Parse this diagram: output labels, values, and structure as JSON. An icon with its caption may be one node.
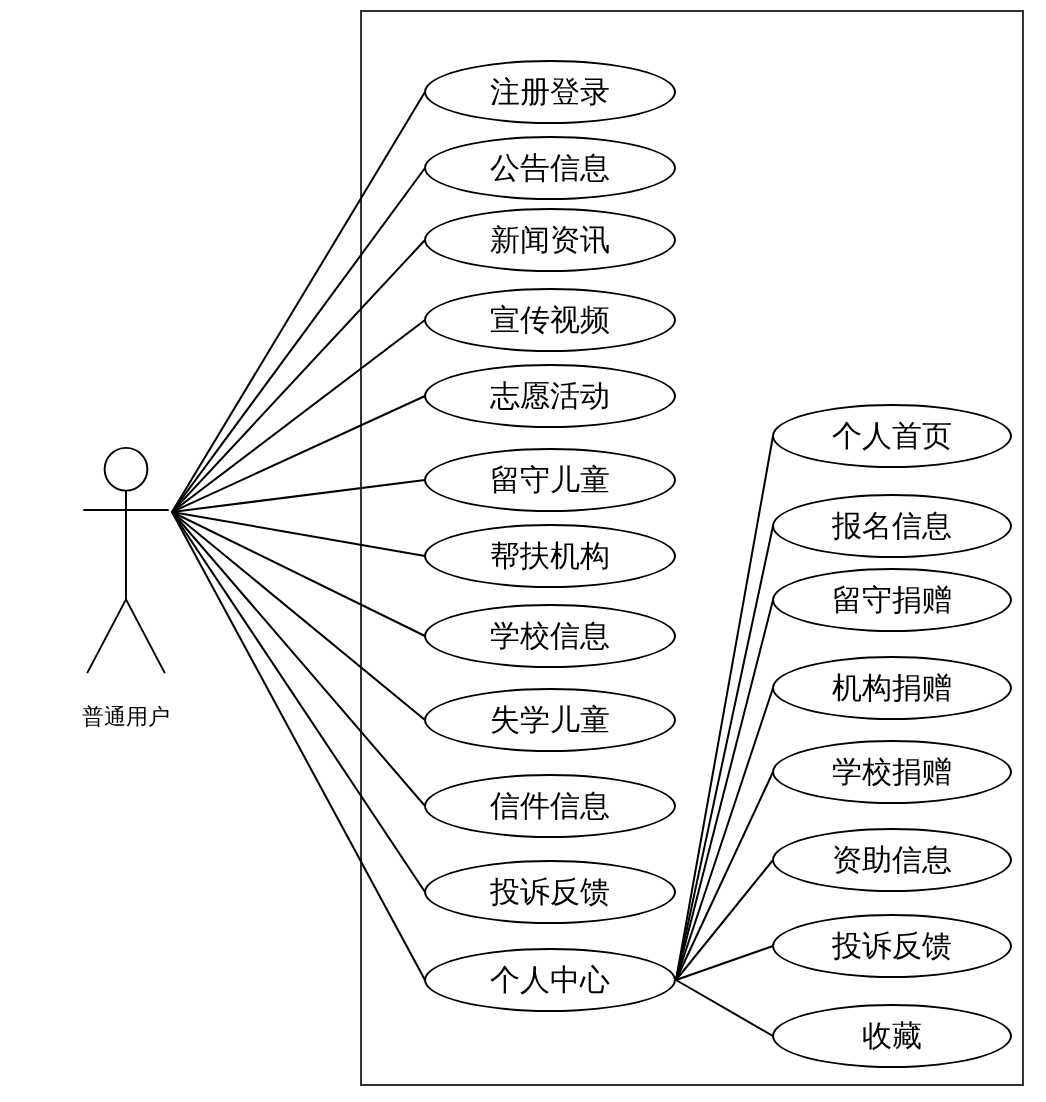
{
  "diagram": {
    "nodes": [
      {
        "text": [
          "普通用户"
        ]
      },
      {
        "text": [
          "注册登录"
        ]
      },
      {
        "text": [
          "公告信息"
        ]
      },
      {
        "text": [
          "新闻资讯"
        ]
      },
      {
        "text": [
          "宣传视频"
        ]
      },
      {
        "text": [
          "志愿活动"
        ]
      },
      {
        "text": [
          "留守儿童"
        ]
      },
      {
        "text": [
          "帮扶机构"
        ]
      },
      {
        "text": [
          "学校信息"
        ]
      },
      {
        "text": [
          "失学儿童"
        ]
      },
      {
        "text": [
          "信件信息"
        ]
      },
      {
        "text": [
          "投诉反馈"
        ]
      },
      {
        "text": [
          "个人中心"
        ]
      },
      {
        "text": [
          "个人首页"
        ]
      },
      {
        "text": [
          "报名信息"
        ]
      },
      {
        "text": [
          "留守捐赠"
        ]
      },
      {
        "text": [
          "机构捐赠"
        ]
      },
      {
        "text": [
          "学校捐赠"
        ]
      },
      {
        "text": [
          "资助信息"
        ]
      },
      {
        "text": [
          "投诉反馈"
        ]
      },
      {
        "text": [
          "收藏"
        ]
      }
    ],
    "edges": [
      {
        "from": 0,
        "to": 1,
        "arrow": "none"
      },
      {
        "from": 0,
        "to": 2,
        "arrow": "none"
      },
      {
        "from": 0,
        "to": 3,
        "arrow": "none"
      },
      {
        "from": 0,
        "to": 4,
        "arrow": "none"
      },
      {
        "from": 0,
        "to": 5,
        "arrow": "none"
      },
      {
        "from": 0,
        "to": 6,
        "arrow": "none"
      },
      {
        "from": 0,
        "to": 7,
        "arrow": "none"
      },
      {
        "from": 0,
        "to": 8,
        "arrow": "none"
      },
      {
        "from": 0,
        "to": 9,
        "arrow": "none"
      },
      {
        "from": 0,
        "to": 10,
        "arrow": "none"
      },
      {
        "from": 0,
        "to": 11,
        "arrow": "none"
      },
      {
        "from": 0,
        "to": 12,
        "arrow": "none"
      },
      {
        "from": 12,
        "to": 13,
        "arrow": "none"
      },
      {
        "from": 12,
        "to": 14,
        "arrow": "none"
      },
      {
        "from": 12,
        "to": 15,
        "arrow": "none"
      },
      {
        "from": 12,
        "to": 16,
        "arrow": "none"
      },
      {
        "from": 12,
        "to": 17,
        "arrow": "none"
      },
      {
        "from": 12,
        "to": 18,
        "arrow": "none"
      },
      {
        "from": 12,
        "to": 19,
        "arrow": "none"
      },
      {
        "from": 12,
        "to": 20,
        "arrow": "none"
      }
    ]
  }
}
